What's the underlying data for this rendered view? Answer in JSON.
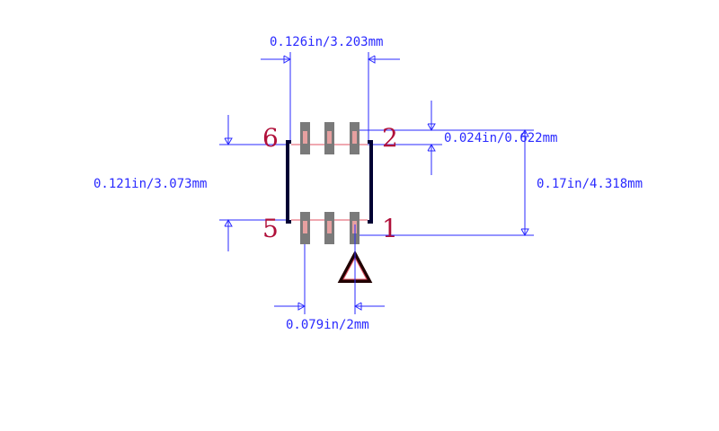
{
  "dimensions": {
    "body_width": "0.126in/3.203mm",
    "pad_width": "0.024in/0.622mm",
    "body_length": "0.121in/3.073mm",
    "total_height": "0.17in/4.318mm",
    "pitch": "0.079in/2mm"
  },
  "pins": {
    "top_left": "6",
    "top_right": "2",
    "bottom_left": "5",
    "bottom_right": "1"
  },
  "colors": {
    "dimension": "#2a2aff",
    "pin_label": "#b0103a",
    "pad": "#7a7a7a",
    "outline": "#000033",
    "marker": "#200000"
  }
}
